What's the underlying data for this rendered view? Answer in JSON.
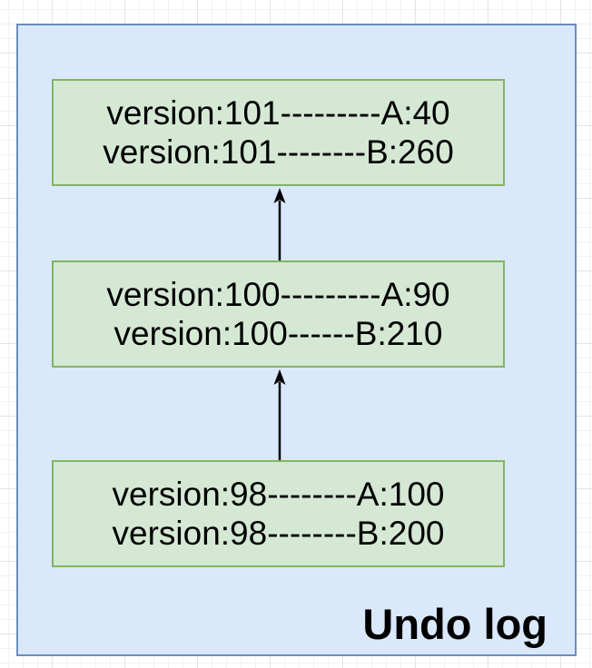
{
  "diagram": {
    "title": "Undo log",
    "boxes": [
      {
        "name": "undo-record-version-101",
        "lines": [
          "version:101---------A:40",
          "version:101--------B:260"
        ]
      },
      {
        "name": "undo-record-version-100",
        "lines": [
          "version:100---------A:90",
          "version:100------B:210"
        ]
      },
      {
        "name": "undo-record-version-98",
        "lines": [
          "version:98--------A:100",
          "version:98--------B:200"
        ]
      }
    ],
    "arrows": [
      {
        "from": "undo-record-version-100",
        "to": "undo-record-version-101",
        "direction": "up"
      },
      {
        "from": "undo-record-version-98",
        "to": "undo-record-version-100",
        "direction": "up"
      }
    ],
    "colors": {
      "canvas_bg": "#ffffff",
      "grid_minor": "#f2f2f2",
      "grid_major": "#e3e3e3",
      "container_fill": "#dae8fc",
      "container_border": "#6c8ebf",
      "box_fill": "#d5e8d4",
      "box_border": "#82b366",
      "arrow": "#000000",
      "text": "#000000"
    }
  }
}
